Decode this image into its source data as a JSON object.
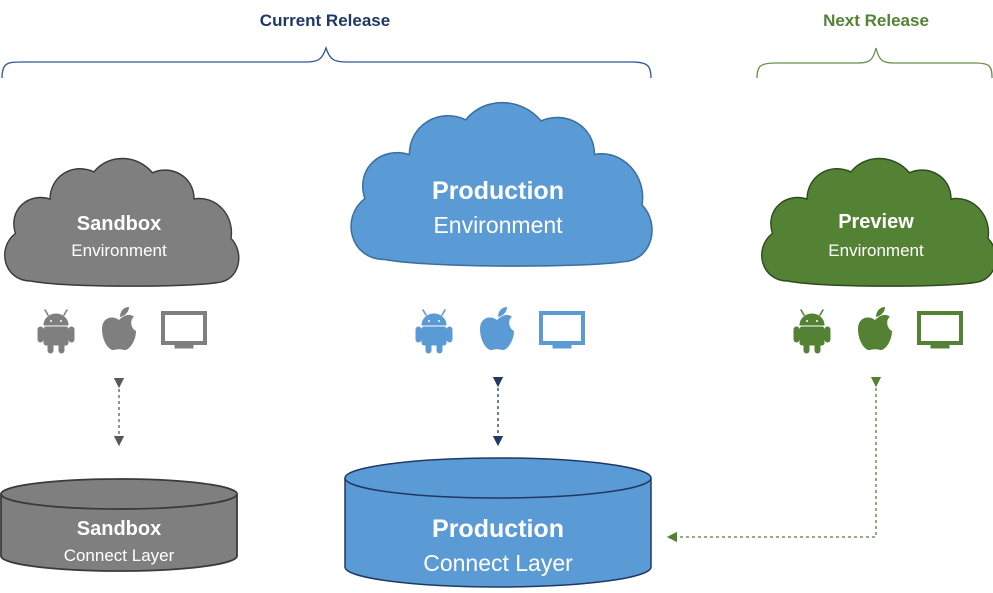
{
  "colors": {
    "navy": "#1f3864",
    "green": "#548235",
    "gray": "#7f7f7f",
    "blue": "#5b9bd5"
  },
  "headers": {
    "current": "Current Release",
    "next": "Next Release"
  },
  "clouds": {
    "sandbox": {
      "title": "Sandbox",
      "subtitle": "Environment"
    },
    "production": {
      "title": "Production",
      "subtitle": "Environment"
    },
    "preview": {
      "title": "Preview",
      "subtitle": "Environment"
    }
  },
  "databases": {
    "sandbox": {
      "title": "Sandbox",
      "subtitle": "Connect Layer"
    },
    "production": {
      "title": "Production",
      "subtitle": "Connect Layer"
    }
  },
  "icons": [
    "android-icon",
    "apple-icon",
    "monitor-icon"
  ]
}
